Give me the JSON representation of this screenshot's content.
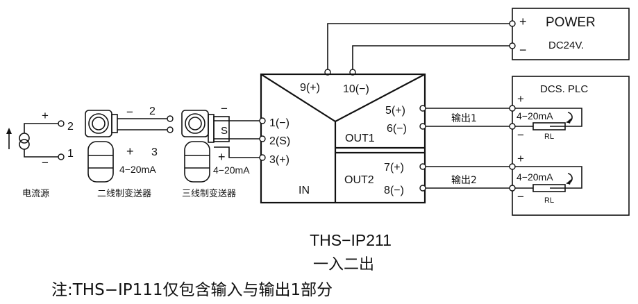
{
  "power": {
    "plus": "+",
    "minus": "−",
    "title": "POWER",
    "voltage": "DC24V."
  },
  "module": {
    "pin9": "9(+)",
    "pin10": "10(−)",
    "pin1": "1(−)",
    "pin2": "2(S)",
    "pin3": "3(+)",
    "pin5": "5(+)",
    "pin6": "6(−)",
    "pin7": "7(+)",
    "pin8": "8(−)",
    "in_label": "IN",
    "out1_label": "OUT1",
    "out2_label": "OUT2"
  },
  "outputs": {
    "out1_text": "输出1",
    "out2_text": "输出2",
    "dcs_title": "DCS. PLC",
    "loop1_current": "4−20mA",
    "loop2_current": "4−20mA",
    "rl1": "RL",
    "rl2": "RL",
    "plus1": "+",
    "minus1": "−",
    "plus2": "+",
    "minus2": "−"
  },
  "sources": {
    "current_source_label": "电流源",
    "cs_plus": "+",
    "cs_minus": "−",
    "cs_term2": "2",
    "cs_term1": "1",
    "two_wire_label": "二线制变送器",
    "tw_minus": "−",
    "tw_2": "2",
    "tw_plus": "+",
    "tw_3": "3",
    "tw_current": "4−20mA",
    "three_wire_label": "三线制变送器",
    "th_minus": "−",
    "th_s": "S",
    "th_plus": "+",
    "th_current": "4−20mA"
  },
  "footer": {
    "model": "THS−IP211",
    "io": "一入二出",
    "note": "注:THS−IP111仅包含输入与输出1部分"
  }
}
